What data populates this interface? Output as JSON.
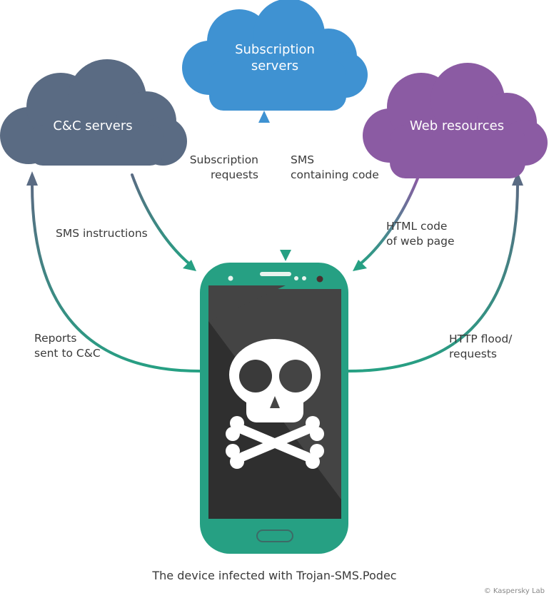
{
  "clouds": {
    "cc": {
      "label": "C&C servers",
      "color": "#5a6b83"
    },
    "subscription": {
      "label": "Subscription\nservers",
      "color": "#3f92d2"
    },
    "web": {
      "label": "Web resources",
      "color": "#8b5ba3"
    }
  },
  "arrows": {
    "sms_instructions": "SMS instructions",
    "reports": "Reports\nsent to C&C",
    "subscription_requests": "Subscription\nrequests",
    "sms_code": "SMS\ncontaining code",
    "html_code": "HTML code\nof web page",
    "http_flood": "HTTP flood/\nrequests"
  },
  "phone": {
    "color": "#26a083",
    "screen_icon": "skull-crossbones-icon"
  },
  "caption": "The device infected with Trojan-SMS.Podec",
  "copyright": "© Kaspersky Lab"
}
